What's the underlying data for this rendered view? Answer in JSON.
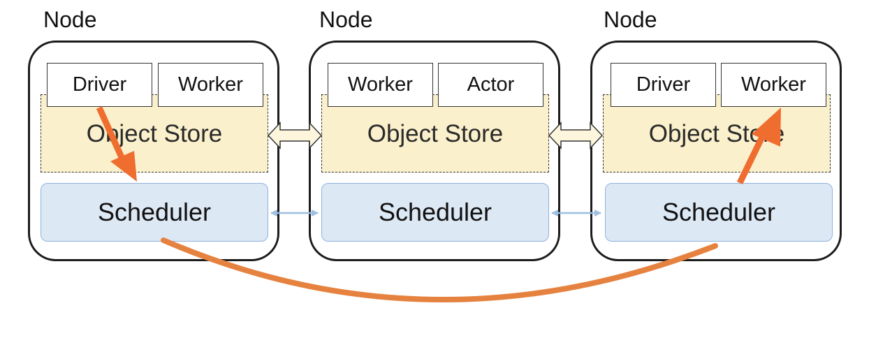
{
  "nodes": [
    {
      "title": "Node",
      "processes": [
        "Driver",
        "Worker"
      ],
      "store": "Object Store",
      "scheduler": "Scheduler"
    },
    {
      "title": "Node",
      "processes": [
        "Worker",
        "Actor"
      ],
      "store": "Object Store",
      "scheduler": "Scheduler"
    },
    {
      "title": "Node",
      "processes": [
        "Driver",
        "Worker"
      ],
      "store": "Object Store",
      "scheduler": "Scheduler"
    }
  ],
  "colors": {
    "node_border": "#1c1c1c",
    "store_fill": "#fbf0cc",
    "scheduler_fill": "#dde8f5",
    "scheduler_border": "#8fb3dc",
    "flow_arrow": "#ef6d2f",
    "flow_curve": "#e6823f",
    "link_arrow": "#9dbfe0"
  }
}
